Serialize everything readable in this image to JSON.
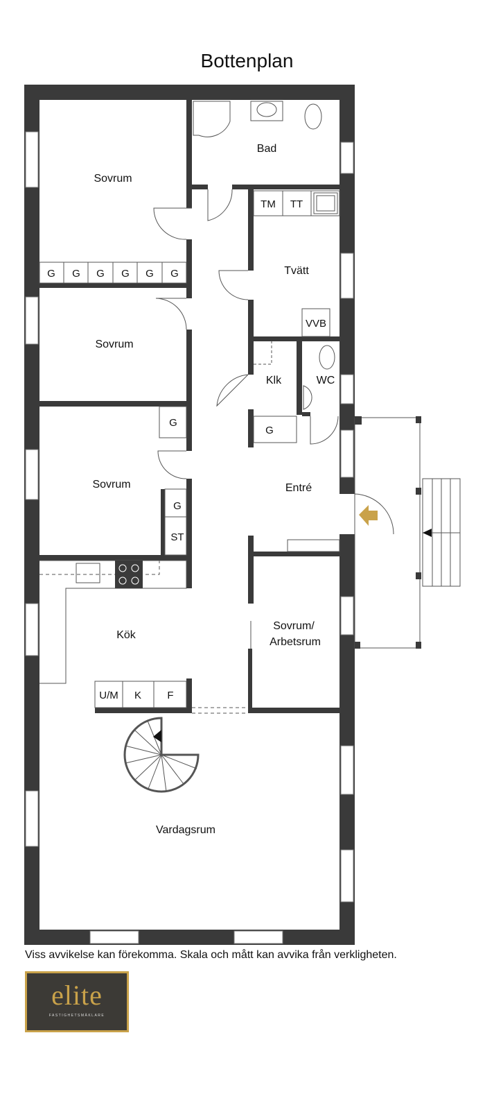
{
  "title": "Bottenplan",
  "rooms": {
    "sovrum1": "Sovrum",
    "sovrum2": "Sovrum",
    "sovrum3": "Sovrum",
    "bad": "Bad",
    "tvatt": "Tvätt",
    "klk": "Klk",
    "wc": "WC",
    "entre": "Entré",
    "kok": "Kök",
    "arbetsrum_line1": "Sovrum/",
    "arbetsrum_line2": "Arbetsrum",
    "vardagsrum": "Vardagsrum"
  },
  "fixtures": {
    "wardrobe": [
      "G",
      "G",
      "G",
      "G",
      "G",
      "G"
    ],
    "tm": "TM",
    "tt": "TT",
    "vvb": "VVB",
    "g_klk": "G",
    "g_sovrum3": "G",
    "g_hall": "G",
    "st": "ST",
    "um": "U/M",
    "k": "K",
    "f": "F"
  },
  "disclaimer": "Viss avvikelse kan förekomma. Skala och mått kan avvika från verkligheten.",
  "logo": {
    "word": "elite",
    "sub": "FASTIGHETSMÄKLARE"
  },
  "colors": {
    "wall": "#3a3a3a",
    "accent": "#c9a24a",
    "logo_bg": "#3c3a36"
  }
}
